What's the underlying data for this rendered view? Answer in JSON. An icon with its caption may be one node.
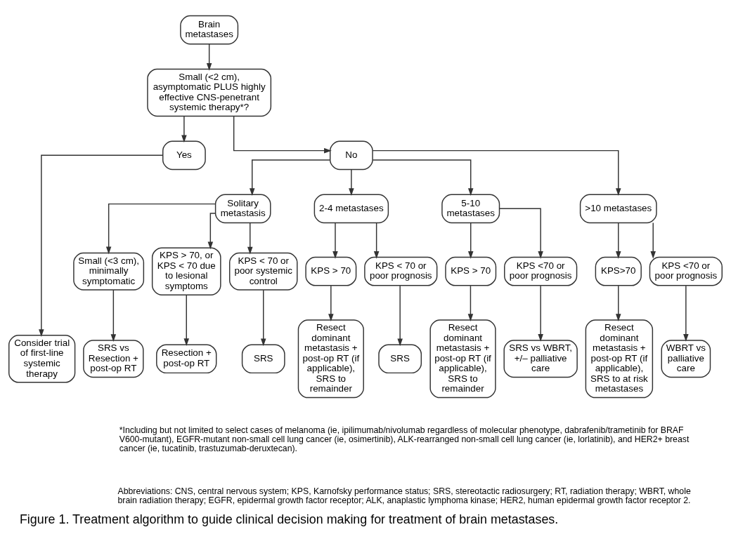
{
  "diagram": {
    "caption": "Figure 1. Treatment algorithm to guide clinical decision making for treatment of brain metastases.",
    "nodes": [
      {
        "text": [
          "Brain metastases"
        ]
      },
      {
        "text": [
          "Small (<2 cm), asymptomatic PLUS highly effective CNS-penetrant systemic therapy*?"
        ]
      },
      {
        "text": [
          "Yes"
        ]
      },
      {
        "text": [
          "No"
        ]
      },
      {
        "text": [
          "Solitary metastasis"
        ]
      },
      {
        "text": [
          "2-4 metastases"
        ]
      },
      {
        "text": [
          "5-10 metastases"
        ]
      },
      {
        "text": [
          ">10 metastases"
        ]
      },
      {
        "text": [
          "Small (<3 cm), minimally symptomatic"
        ]
      },
      {
        "text": [
          "KPS > 70, or KPS < 70 due to lesional symptoms"
        ]
      },
      {
        "text": [
          "KPS < 70 or poor systemic control"
        ]
      },
      {
        "text": [
          "KPS > 70"
        ]
      },
      {
        "text": [
          "KPS < 70 or poor prognosis"
        ]
      },
      {
        "text": [
          "KPS > 70"
        ]
      },
      {
        "text": [
          "KPS <70 or poor prognosis"
        ]
      },
      {
        "text": [
          "KPS>70"
        ]
      },
      {
        "text": [
          "KPS <70 or poor prognosis"
        ]
      },
      {
        "text": [
          "Consider trial of first-line systemic therapy"
        ]
      },
      {
        "text": [
          "SRS vs Resection + post-op RT"
        ]
      },
      {
        "text": [
          "Resection + post-op RT"
        ]
      },
      {
        "text": [
          "SRS"
        ]
      },
      {
        "text": [
          "Resect dominant metastasis + post-op RT (if applicable), SRS to remainder"
        ]
      },
      {
        "text": [
          "SRS"
        ]
      },
      {
        "text": [
          "Resect dominant metastasis + post-op RT (if applicable), SRS to remainder"
        ]
      },
      {
        "text": [
          "SRS vs WBRT, +/– palliative care"
        ]
      },
      {
        "text": [
          "Resect dominant metastasis + post-op RT (if applicable), SRS to at risk metastases"
        ]
      },
      {
        "text": [
          "WBRT vs palliative care"
        ]
      }
    ],
    "edges": [
      {
        "from": 0,
        "to": 1,
        "arrow": "to"
      },
      {
        "from": 1,
        "to": 2,
        "arrow": "to"
      },
      {
        "from": 1,
        "to": 3,
        "arrow": "to"
      },
      {
        "from": 2,
        "to": 17,
        "arrow": "to"
      },
      {
        "from": 3,
        "to": 4,
        "arrow": "to"
      },
      {
        "from": 3,
        "to": 5,
        "arrow": "to"
      },
      {
        "from": 3,
        "to": 6,
        "arrow": "to"
      },
      {
        "from": 3,
        "to": 7,
        "arrow": "to"
      },
      {
        "from": 4,
        "to": 8,
        "arrow": "to"
      },
      {
        "from": 4,
        "to": 9,
        "arrow": "to"
      },
      {
        "from": 4,
        "to": 10,
        "arrow": "to"
      },
      {
        "from": 5,
        "to": 11,
        "arrow": "to"
      },
      {
        "from": 5,
        "to": 12,
        "arrow": "to"
      },
      {
        "from": 6,
        "to": 13,
        "arrow": "to"
      },
      {
        "from": 6,
        "to": 14,
        "arrow": "to"
      },
      {
        "from": 7,
        "to": 15,
        "arrow": "to"
      },
      {
        "from": 7,
        "to": 16,
        "arrow": "to"
      },
      {
        "from": 8,
        "to": 18,
        "arrow": "to"
      },
      {
        "from": 9,
        "to": 19,
        "arrow": "to"
      },
      {
        "from": 10,
        "to": 20,
        "arrow": "to"
      },
      {
        "from": 11,
        "to": 21,
        "arrow": "to"
      },
      {
        "from": 12,
        "to": 22,
        "arrow": "to"
      },
      {
        "from": 13,
        "to": 23,
        "arrow": "to"
      },
      {
        "from": 14,
        "to": 24,
        "arrow": "to"
      },
      {
        "from": 15,
        "to": 25,
        "arrow": "to"
      },
      {
        "from": 16,
        "to": 26,
        "arrow": "to"
      }
    ],
    "labels": [
      "*Including but not limited to select cases of melanoma (ie, ipilimumab/nivolumab regardless of molecular phenotype, dabrafenib/trametinib for BRAF V600-mutant), EGFR-mutant non-small cell lung cancer (ie, osimertinib), ALK-rearranged non-small cell lung cancer (ie, lorlatinib), and HER2+ breast cancer (ie, tucatinib, trastuzumab-deruxtecan).",
      "Abbreviations: CNS, central nervous system; KPS, Karnofsky performance status; SRS, stereotactic radiosurgery; RT, radiation therapy; WBRT, whole brain radiation therapy; EGFR, epidermal growth factor receptor; ALK, anaplastic lymphoma kinase; HER2, human epidermal growth factor receptor 2."
    ]
  }
}
